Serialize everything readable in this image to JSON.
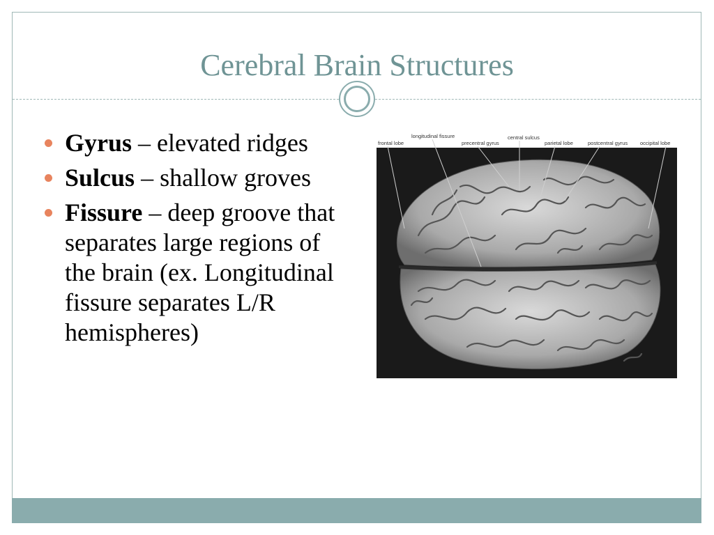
{
  "slide": {
    "title": "Cerebral Brain Structures",
    "bullets": [
      {
        "term": "Gyrus",
        "separator": " – ",
        "definition": "elevated ridges"
      },
      {
        "term": "Sulcus",
        "separator": " – ",
        "definition": "shallow groves"
      },
      {
        "term": "Fissure",
        "separator": " – ",
        "definition": "deep groove that separates large regions of the brain (ex. Longitudinal fissure separates L/R hemispheres)"
      }
    ]
  },
  "figure": {
    "labels": {
      "frontal_lobe": "frontal lobe",
      "longitudinal_fissure": "longitudinal fissure",
      "precentral_gyrus": "precentral gyrus",
      "central_sulcus": "central sulcus",
      "parietal_lobe": "parietal lobe",
      "postcentral_gyrus": "postcentral gyrus",
      "occipital_lobe": "occipital lobe"
    }
  },
  "colors": {
    "accent": "#8aacad",
    "title": "#6f9495",
    "bullet": "#e8845e"
  }
}
